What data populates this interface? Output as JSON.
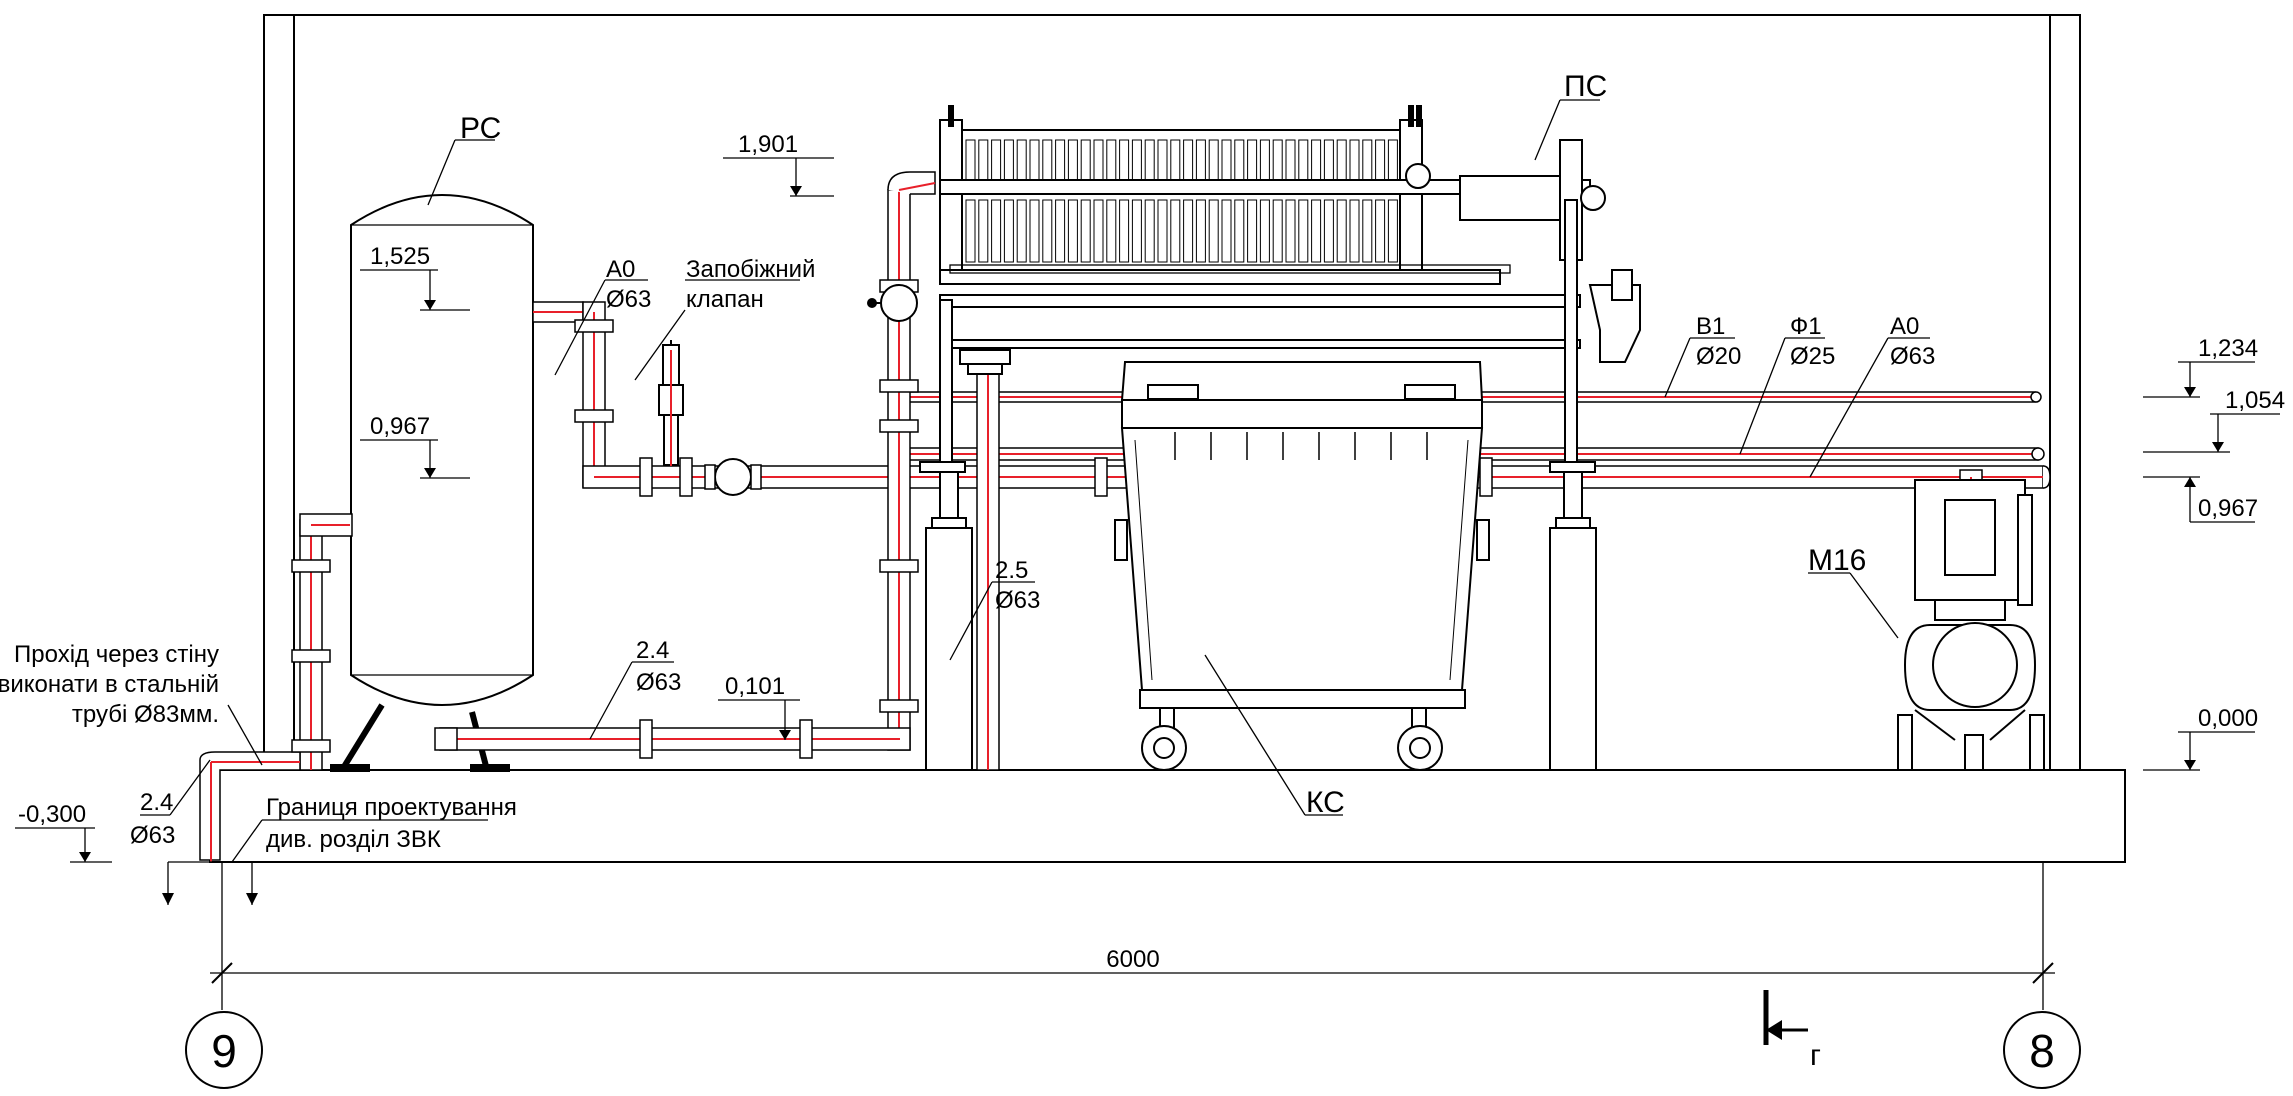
{
  "labels": {
    "rs": "РС",
    "ps": "ПС",
    "ks": "КС",
    "m16": "М16",
    "a0_left": "А0",
    "d63_a": "Ø63",
    "valve_1": "Запобіжний",
    "valve_2": "клапан",
    "b1": "В1",
    "d20": "Ø20",
    "f1": "Ф1",
    "d25": "Ø25",
    "a0_right": "А0",
    "d63_b": "Ø63",
    "p25": "2.5",
    "d63_c": "Ø63",
    "p24_mid": "2.4",
    "d63_d": "Ø63",
    "p24_left": "2.4",
    "d63_e": "Ø63",
    "wall_1": "Прохід через стіну",
    "wall_2": "виконати в стальній",
    "wall_3": "трубі Ø83мм.",
    "bound_1": "Границя проектування",
    "bound_2": "див. розділ ЗВК",
    "dim_6000": "6000",
    "axis_9": "9",
    "axis_8": "8",
    "section_g": "г"
  },
  "levels": {
    "l1901": "1,901",
    "l1525": "1,525",
    "l0967_tank": "0,967",
    "l0101": "0,101",
    "l_0300": "-0,300",
    "l1234": "1,234",
    "l1054": "1,054",
    "l0967_right": "0,967",
    "l0000": "0,000"
  },
  "colors": {
    "line": "#000000",
    "pipe_axis": "#e8202a",
    "background": "#ffffff"
  }
}
